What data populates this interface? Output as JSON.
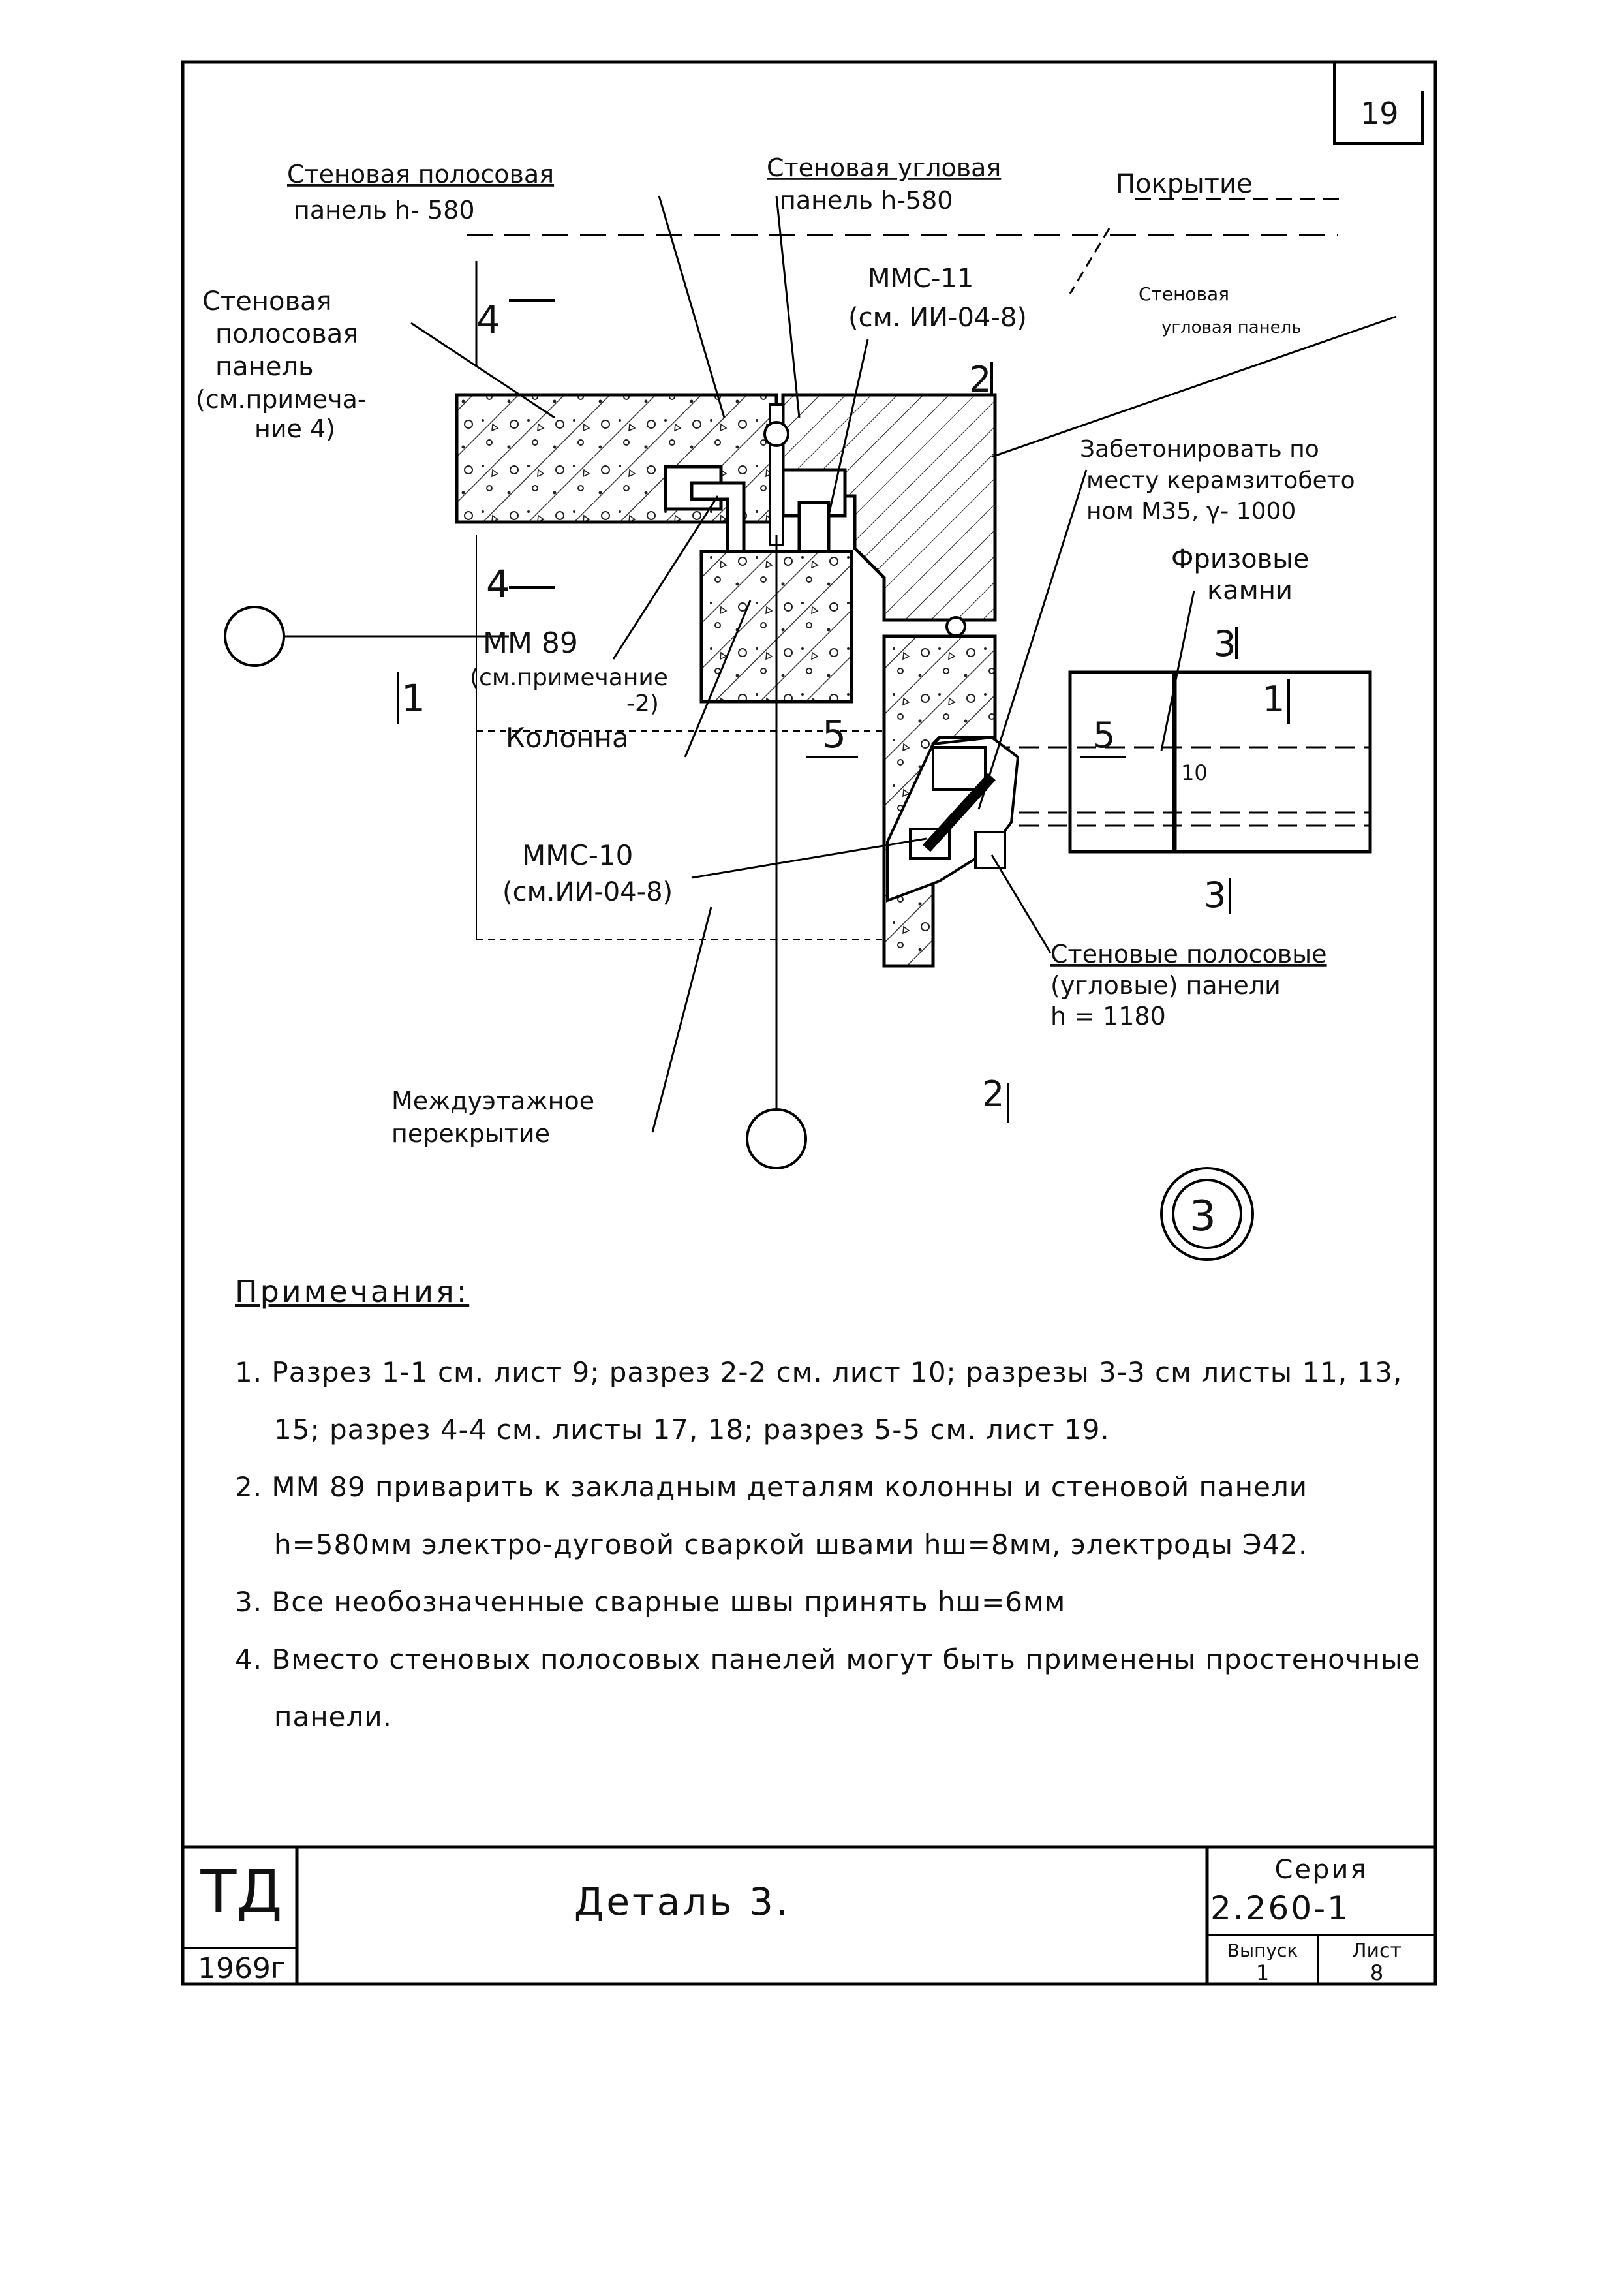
{
  "sheet_number": "19",
  "labels": {
    "wall_strip_panel_top_line1": "Стеновая полосовая",
    "wall_strip_panel_top_line2": "панель h- 580",
    "wall_corner_panel_top_line1": "Стеновая угловая",
    "wall_corner_panel_top_line2": "панель h-580",
    "roof": "Покрытие",
    "mmc11_line1": "ММС-11",
    "mmc11_line2": "(см. ИИ-04-8)",
    "wall_corner_panel_right_line1": "Стеновая",
    "wall_corner_panel_right_line2": "угловая панель",
    "wall_strip_panel_left_line1": "Стеновая",
    "wall_strip_panel_left_line2": "полосовая",
    "wall_strip_panel_left_line3": "панель",
    "wall_strip_panel_left_line4": "(см.примеча-",
    "wall_strip_panel_left_line5": "ние 4)",
    "concrete_line1": "Забетонировать по",
    "concrete_line2": "месту керамзитобето",
    "concrete_line3": "ном М35, γ- 1000",
    "frieze_line1": "Фризовые",
    "frieze_line2": "камни",
    "mm89_line1": "ММ 89",
    "mm89_line2": "(см.примечание",
    "mm89_line3": "-2)",
    "column": "Колонна",
    "mmc10_line1": "ММС-10",
    "mmc10_line2": "(см.ИИ-04-8)",
    "wall_strip_panels_bottom_line1": "Стеновые полосовые",
    "wall_strip_panels_bottom_line2": "(угловые) панели",
    "wall_strip_panels_bottom_line3": "h = 1180",
    "floor_line1": "Междуэтажное",
    "floor_line2": "перекрытие",
    "detail_marker": "3",
    "dim_10": "10"
  },
  "section_marks": {
    "s4_top": "4",
    "s4_bottom": "4",
    "s1_left": "1",
    "s1_right": "1",
    "s2_top": "2",
    "s2_bottom": "2",
    "s3_top": "3",
    "s3_bottom": "3",
    "s5_left": "5",
    "s5_right": "5"
  },
  "notes": {
    "title": "Примечания:",
    "items": [
      "1. Разрез 1-1 см. лист 9; разрез 2-2 см. лист 10; разрезы 3-3 см листы 11, 13, 15; разрез 4-4 см. листы 17, 18; разрез 5-5 см. лист 19.",
      "2. ММ 89 приварить к закладным деталям колонны и стеновой панели h=580мм электро-дуговой сваркой швами hш=8мм, электроды Э42.",
      "3. Все необозначенные сварные швы принять hш=6мм",
      "4. Вместо стеновых полосовых панелей могут быть применены простеночные панели."
    ]
  },
  "title_block": {
    "org": "ТД",
    "year": "1969г",
    "title": "Деталь 3.",
    "series_label": "Серия",
    "series_value": "2.260-1",
    "issue_label": "Выпуск",
    "issue_value": "1",
    "sheet_label": "Лист",
    "sheet_value": "8"
  }
}
